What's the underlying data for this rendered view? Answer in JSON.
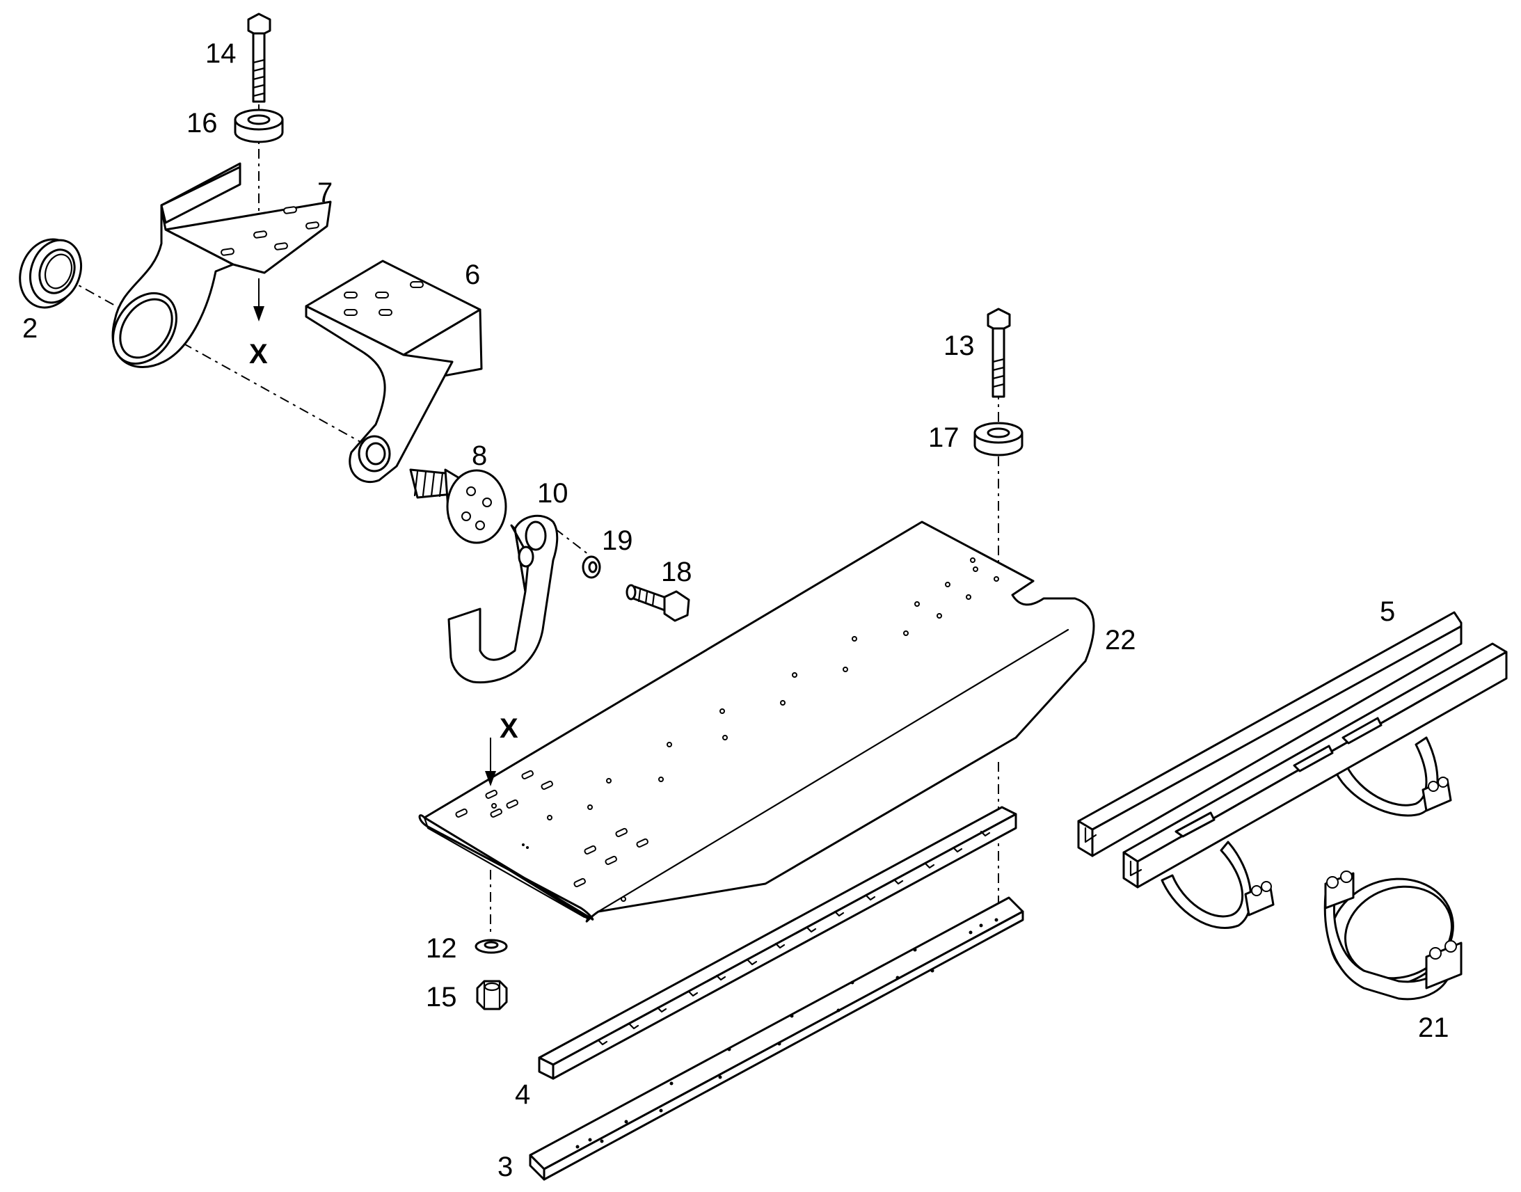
{
  "callouts": {
    "n2": "2",
    "n3": "3",
    "n4": "4",
    "n5": "5",
    "n6": "6",
    "n7": "7",
    "n8": "8",
    "n10": "10",
    "n12": "12",
    "n13": "13",
    "n14": "14",
    "n15": "15",
    "n16": "16",
    "n17": "17",
    "n18": "18",
    "n19": "19",
    "n21": "21",
    "n22": "22"
  },
  "markers": {
    "x_top": "X",
    "x_plate": "X"
  },
  "icons": {
    "arrow": "down-arrow-icon"
  }
}
